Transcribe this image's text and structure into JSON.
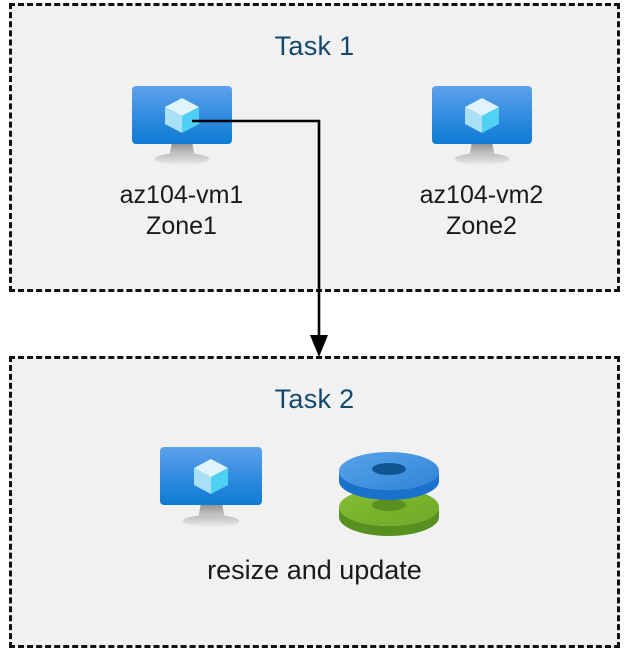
{
  "diagram": {
    "type": "azure-architecture-flow",
    "background_color": "#ffffff",
    "box_fill_color": "#f1f1f1",
    "box_border_color": "#111111",
    "title_color": "#12486f",
    "label_color": "#1a1a1a",
    "connector_color": "#000000"
  },
  "task1": {
    "title": "Task 1",
    "nodes": [
      {
        "icon": "azure-virtual-machine-icon",
        "name": "az104-vm1",
        "zone": "Zone1",
        "label": "az104-vm1\nZone1"
      },
      {
        "icon": "azure-virtual-machine-icon",
        "name": "az104-vm2",
        "zone": "Zone2",
        "label": "az104-vm2\nZone2"
      }
    ]
  },
  "task2": {
    "title": "Task 2",
    "icons": [
      {
        "icon": "azure-virtual-machine-icon",
        "name": "virtual-machine"
      },
      {
        "icon": "azure-disks-icon",
        "name": "managed-disks"
      }
    ],
    "caption": "resize and update"
  },
  "connector": {
    "from": "az104-vm1",
    "to": "Task 2",
    "arrowhead": "filled-triangle-down"
  },
  "colors": {
    "vm_screen_top": "#5c9fe8",
    "vm_screen_bottom": "#0f7bd4",
    "vm_cube_top": "#d7f1fb",
    "vm_cube_left": "#aee3f7",
    "vm_cube_right": "#4fd1f5",
    "vm_stand": "#9e9e9e",
    "disk_blue_top": "#3c8fdd",
    "disk_blue_side": "#1b72cc",
    "disk_blue_hole": "#10558f",
    "disk_green_top": "#7cb42e",
    "disk_green_side": "#568f1d",
    "disk_green_hole": "#5b9021"
  }
}
